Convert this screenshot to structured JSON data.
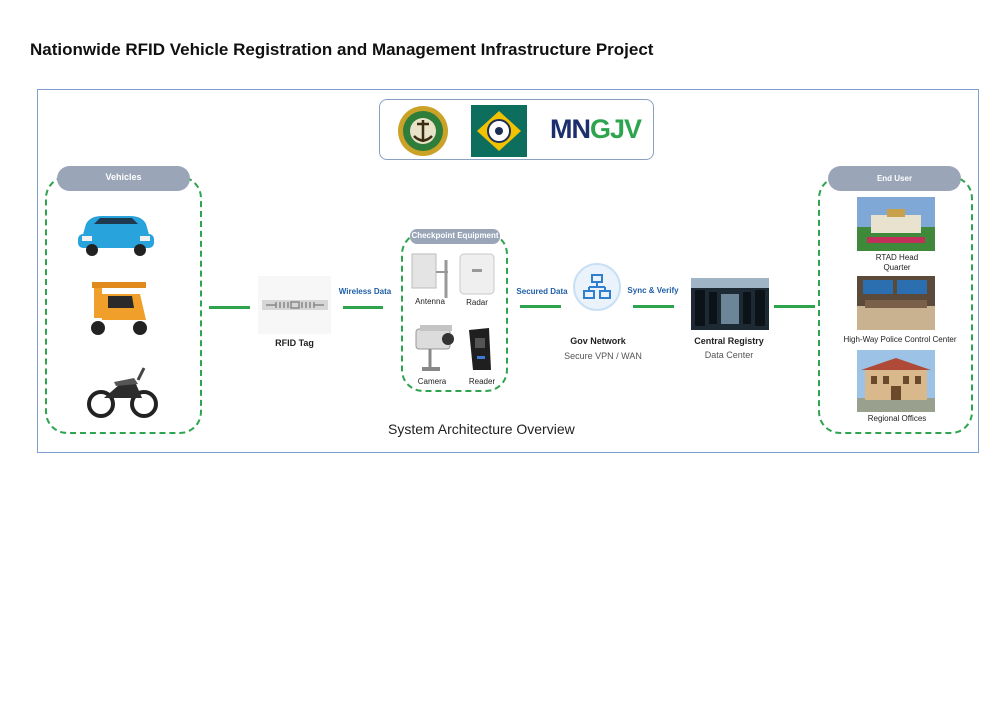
{
  "title": "Nationwide RFID Vehicle Registration and Management Infrastructure Project",
  "caption": "System Architecture Overview",
  "logos": {
    "logo3_text": "MNGJV"
  },
  "vehicles": {
    "header": "Vehicles",
    "items": [
      "car",
      "tuk-tuk",
      "motorcycle"
    ]
  },
  "rfid": {
    "label": "RFID Tag"
  },
  "checkpoint": {
    "header": "Checkpoint Equipment",
    "items": {
      "antenna": "Antenna",
      "radar": "Radar",
      "camera": "Camera",
      "reader": "Reader"
    }
  },
  "links": {
    "wireless": "Wireless Data",
    "secured": "Secured Data",
    "sync": "Sync & Verify"
  },
  "network": {
    "label": "Gov Network",
    "sub": "Secure VPN / WAN"
  },
  "registry": {
    "label": "Central Registry",
    "sub": "Data Center"
  },
  "end_user": {
    "header": "End User",
    "items": {
      "rtad_line1": "RTAD Head",
      "rtad_line2": "Quarter",
      "police": "High-Way Police Control Center",
      "regional": "Regional Offices"
    }
  },
  "colors": {
    "dashed_green": "#2ea44f",
    "link_blue": "#1f5fa6",
    "pill_gray": "#9aa6b8",
    "frame_blue": "#7f9fd0"
  }
}
